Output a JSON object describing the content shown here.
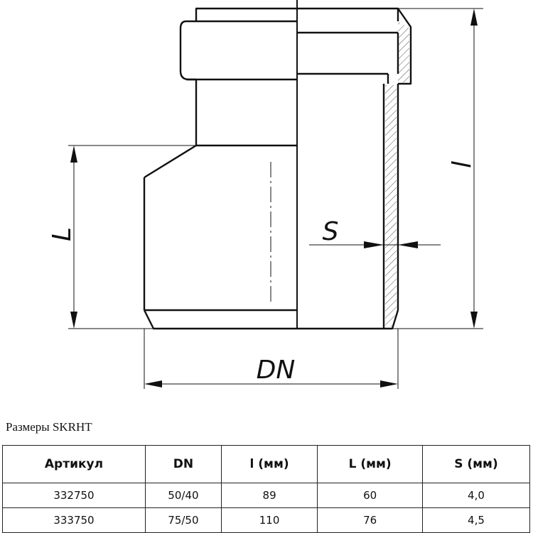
{
  "drawing": {
    "labels": {
      "l": "l",
      "L": "L",
      "S": "S",
      "DN": "DN"
    }
  },
  "caption": "Размеры SKRHT",
  "table": {
    "headers": [
      "Артикул",
      "DN",
      "l (мм)",
      "L (мм)",
      "S (мм)"
    ],
    "rows": [
      [
        "332750",
        "50/40",
        "89",
        "60",
        "4,0"
      ],
      [
        "333750",
        "75/50",
        "110",
        "76",
        "4,5"
      ]
    ]
  }
}
